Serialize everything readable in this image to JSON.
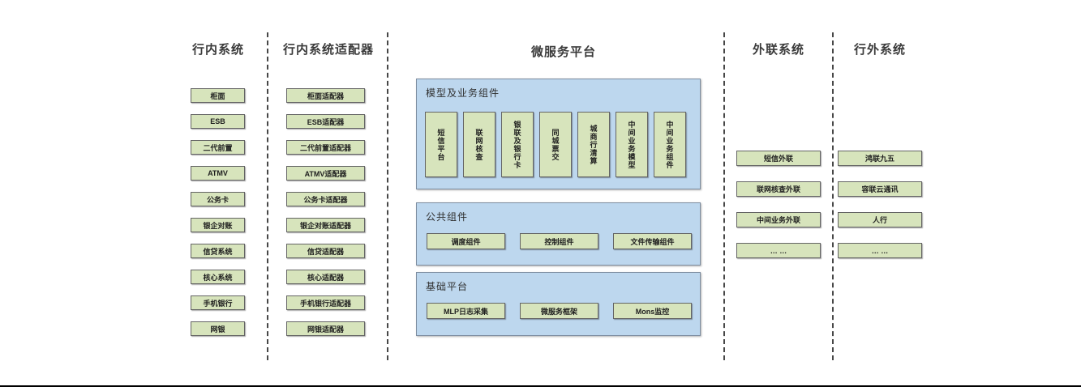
{
  "colors": {
    "node_fill": "#d7e4bc",
    "node_border": "#646464",
    "panel_fill": "#bdd7ee",
    "panel_border": "#7d8da0",
    "separator": "#474747",
    "bottom_rule": "#000000",
    "title_text": "#3b3b3b"
  },
  "columns": {
    "internal": {
      "title": "行内系统",
      "items": [
        "柜面",
        "ESB",
        "二代前置",
        "ATMV",
        "公务卡",
        "银企对账",
        "信贷系统",
        "核心系统",
        "手机银行",
        "网银"
      ]
    },
    "adapters": {
      "title": "行内系统适配器",
      "items": [
        "柜面适配器",
        "ESB适配器",
        "二代前置适配器",
        "ATMV适配器",
        "公务卡适配器",
        "银企对账适配器",
        "信贷适配器",
        "核心适配器",
        "手机银行适配器",
        "网银适配器"
      ]
    },
    "platform": {
      "title": "微服务平台",
      "panels": {
        "model": {
          "label": "模型及业务组件",
          "items": [
            "短信平台",
            "联网核查",
            "银联及银行卡",
            "同城票交",
            "城商行清算",
            "中间业务模型",
            "中间业务组件"
          ]
        },
        "common": {
          "label": "公共组件",
          "items": [
            "调度组件",
            "控制组件",
            "文件传输组件"
          ]
        },
        "base": {
          "label": "基础平台",
          "items": [
            "MLP日志采集",
            "微服务框架",
            "Mons监控"
          ]
        }
      }
    },
    "outreach": {
      "title": "外联系统",
      "items": [
        "短信外联",
        "联网核查外联",
        "中间业务外联",
        "… …"
      ]
    },
    "external": {
      "title": "行外系统",
      "items": [
        "鸿联九五",
        "容联云通讯",
        "人行",
        "… …"
      ]
    }
  }
}
